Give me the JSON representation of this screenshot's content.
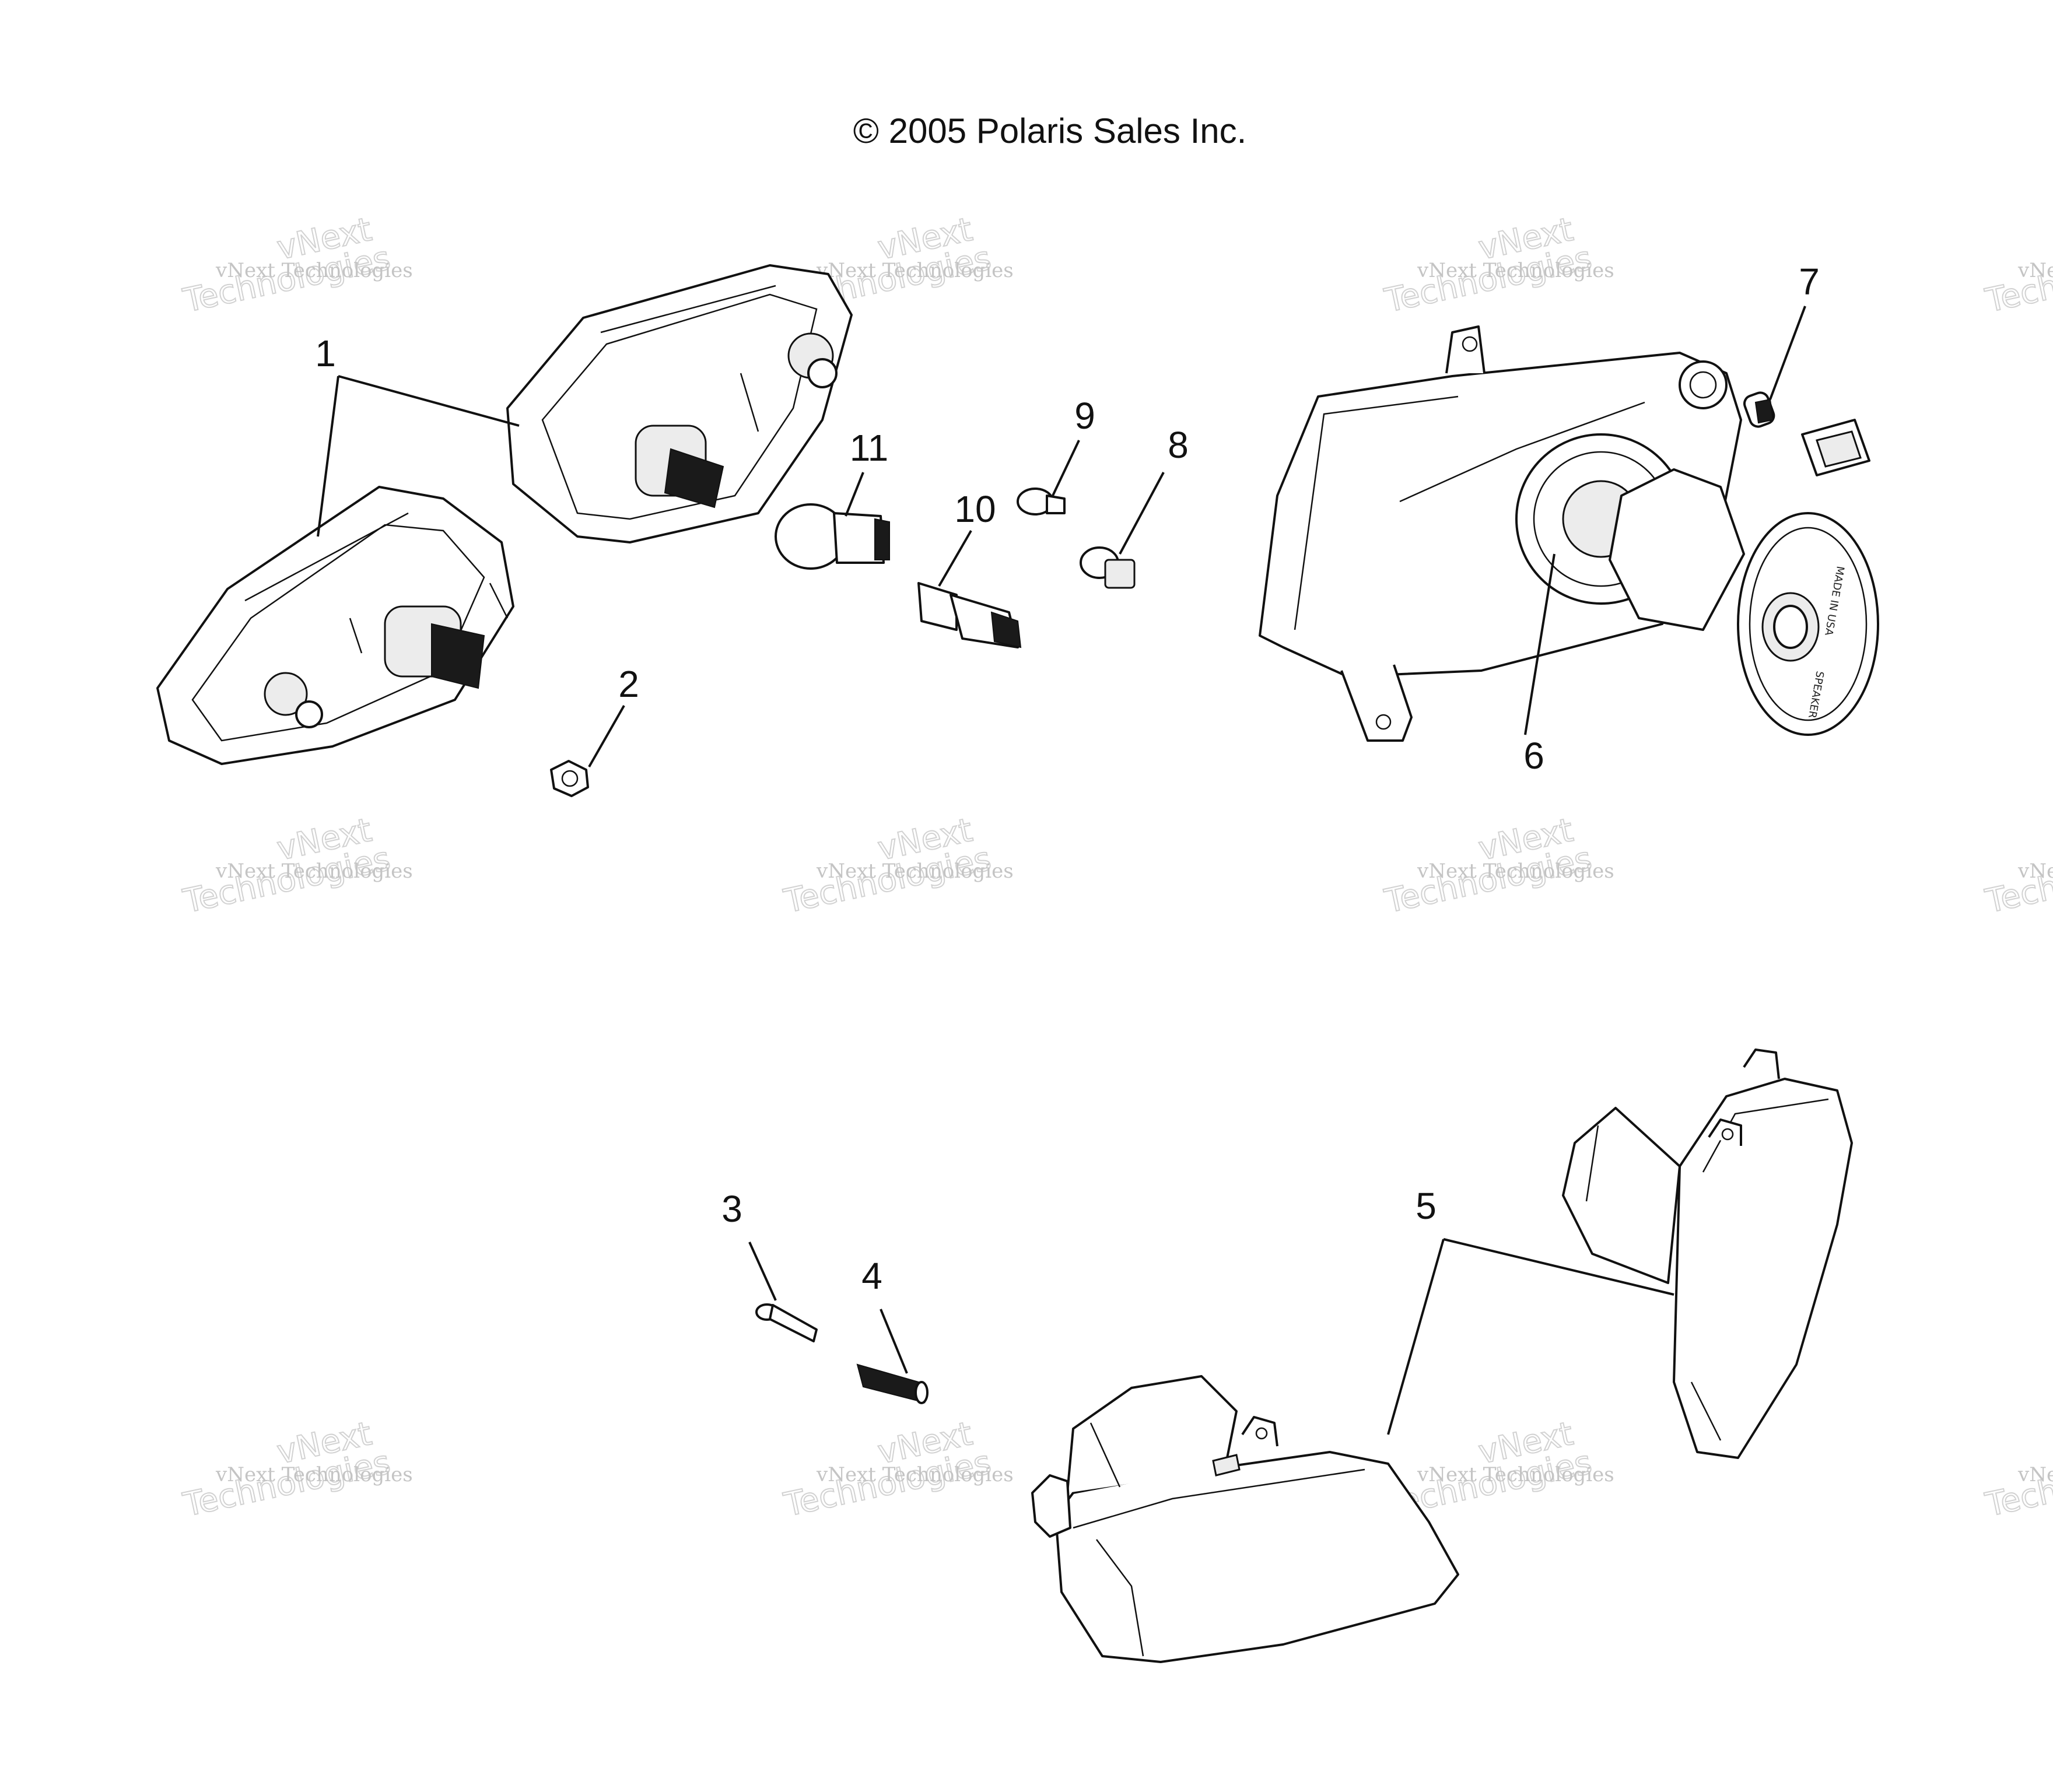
{
  "copyright": "© 2005 Polaris Sales Inc.",
  "watermark": {
    "line1": "vNext Technologies",
    "line2": "vNext",
    "line3": "Technologies"
  },
  "parts": {
    "p1": "1",
    "p2": "2",
    "p3": "3",
    "p4": "4",
    "p5": "5",
    "p6": "6",
    "p7": "7",
    "p8": "8",
    "p9": "9",
    "p10": "10",
    "p11": "11"
  },
  "markings": {
    "made_in": "MADE IN USA",
    "speaker": "SPEAKER"
  }
}
